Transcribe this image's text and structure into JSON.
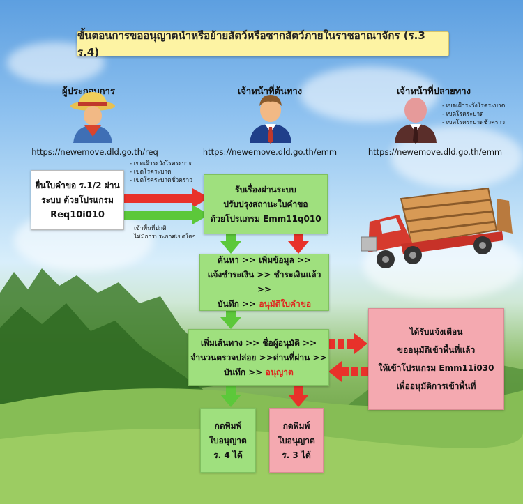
{
  "title": "ขั้นตอนการขออนุญาตนำหรือย้ายสัตว์หรือซากสัตว์ภายในราชอาณาจักร (ร.3 ร.4)",
  "roles": {
    "operator": {
      "label": "ผู้ประกอบการ",
      "url": "https://newemove.dld.go.th/req"
    },
    "origin": {
      "label": "เจ้าหน้าที่ต้นทาง",
      "url": "https://newemove.dld.go.th/emm"
    },
    "destination": {
      "label": "เจ้าหน้าที่ปลายทาง",
      "url": "https://newemove.dld.go.th/emm",
      "notes": [
        "- เขตเฝ้าระวังโรคระบาด",
        "- เขตโรคระบาด",
        "- เขตโรคระบาดชั่วคราว"
      ]
    }
  },
  "red_path_notes": [
    "- เขตเฝ้าระวังโรคระบาด",
    "- เขตโรคระบาด",
    "- เขตโรคระบาดชั่วคราว"
  ],
  "green_path_notes": [
    "เข้าพื้นที่ปกติ",
    "ไม่มีการประกาศเขตใดๆ"
  ],
  "submit_box": {
    "line1": "ยื่นใบคำขอ ร.1/2 ผ่าน",
    "line2": "ระบบ ด้วยโปรแกรม",
    "line3": "Req10i010"
  },
  "receive_box": {
    "line1": "รับเรื่องผ่านระบบ",
    "line2": "ปรับปรุงสถานะใบคำขอ",
    "line3": "ด้วยโปรแกรม Emm11q010"
  },
  "search_box": {
    "line1": "ค้นหา >> เพิ่มข้อมูล >>",
    "line2": "แจ้งชำระเงิน >> ชำระเงินแล้ว >>",
    "line3_a": "บันทึก >> ",
    "line3_b": "อนุมัติใบคำขอ"
  },
  "route_box": {
    "line1": "เพิ่มเส้นทาง >> ชื่อผู้อนุมัติ >>",
    "line2": "จำนวนตรวจปล่อย >>ด่านที่ผ่าน >>",
    "line3_a": "บันทึก >> ",
    "line3_b": "อนุญาต"
  },
  "notify_box": {
    "line1": "ได้รับแจ้งเตือน",
    "line2": "ขออนุมัติเข้าพื้นที่แล้ว",
    "line3": "ให้เข้าโปรแกรม Emm11i030",
    "line4": "เพื่ออนุมัติการเข้าพื้นที่"
  },
  "print_r4": {
    "line1": "กดพิมพ์",
    "line2": "ใบอนุญาต",
    "line3": "ร. 4 ได้"
  },
  "print_r3": {
    "line1": "กดพิมพ์",
    "line2": "ใบอนุญาต",
    "line3": "ร. 3 ได้"
  },
  "icons": [
    "farmer-icon",
    "officer-icon",
    "officer-destination-icon",
    "truck-icon"
  ],
  "colors": {
    "green_box": "#9fe07e",
    "pink_box": "#f4a9b0",
    "red_arrow": "#e8312a",
    "green_arrow": "#5cc83a",
    "title_bg": "#fdf3a3"
  }
}
